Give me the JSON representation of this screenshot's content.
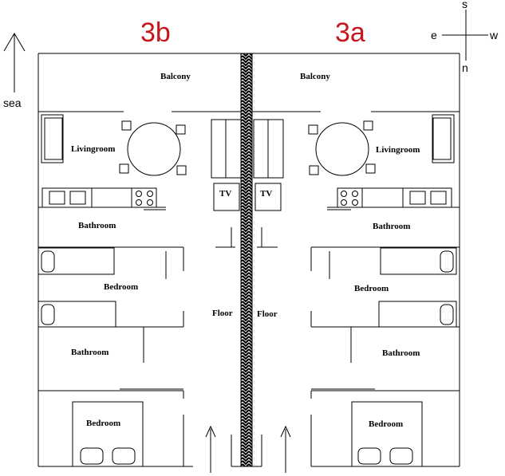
{
  "units": {
    "left": "3b",
    "right": "3a"
  },
  "sea_label": "sea",
  "compass": {
    "top": "s",
    "bottom": "n",
    "left": "e",
    "right": "w"
  },
  "rooms_3b": {
    "balcony": "Balcony",
    "livingroom": "Livingroom",
    "tv": "TV",
    "bathroom_upper": "Bathroom",
    "bedroom_middle": "Bedroom",
    "floor": "Floor",
    "bathroom_lower": "Bathroom",
    "bedroom_lower": "Bedroom"
  },
  "rooms_3a": {
    "balcony": "Balcony",
    "livingroom": "Livingroom",
    "tv": "TV",
    "bathroom_upper": "Bathroom",
    "bedroom_middle": "Bedroom",
    "floor": "Floor",
    "bathroom_lower": "Bathroom",
    "bedroom_lower": "Bedroom"
  },
  "colors": {
    "unit_label": "#c8161d",
    "lines": "#000000"
  }
}
